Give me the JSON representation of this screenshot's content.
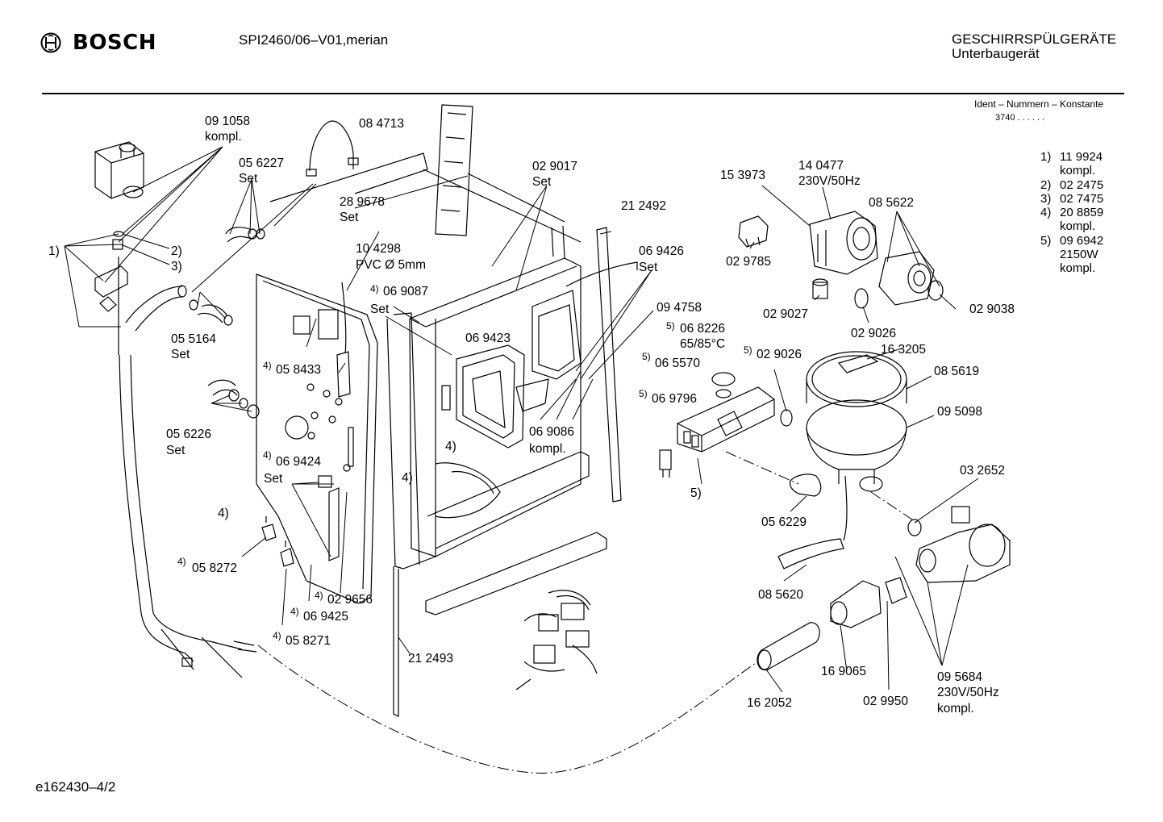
{
  "header": {
    "brand": "BOSCH",
    "model": "SPI2460/06–V01,merian",
    "category_line1": "GESCHIRRSPÜLGERÄTE",
    "category_line2": "Unterbaugerät"
  },
  "ident": {
    "title": "Ident – Nummern – Konstante",
    "value": "3740 . .   . . . ."
  },
  "footnotes": [
    {
      "key": "1)",
      "lines": [
        "11 9924",
        "kompl."
      ]
    },
    {
      "key": "2)",
      "lines": [
        "02 2475"
      ]
    },
    {
      "key": "3)",
      "lines": [
        "02 7475"
      ]
    },
    {
      "key": "4)",
      "lines": [
        "20 8859",
        "kompl."
      ]
    },
    {
      "key": "5)",
      "lines": [
        "09 6942",
        "2150W",
        "kompl."
      ]
    }
  ],
  "parts": {
    "p091058": "09 1058",
    "kompl_a": "kompl.",
    "p084713": "08 4713",
    "p056227": "05 6227",
    "set_a": "Set",
    "p289678": "28 9678",
    "set_b": "Set",
    "p104298": "10 4298",
    "pvc": "PVC Ø 5mm",
    "fn4_a": "4)",
    "p069087": "06 9087",
    "set_c": "Set",
    "p029017": "02 9017",
    "set_d": "Set",
    "p212492": "21 2492",
    "p069426": "06 9426",
    "set_e": "Set",
    "p153973": "15 3973",
    "p140477": "14 0477",
    "v230_a": "230V/50Hz",
    "p085622": "08 5622",
    "p029785": "02 9785",
    "p029027": "02 9027",
    "p029038": "02 9038",
    "p029026_a": "02 9026",
    "p094758": "09 4758",
    "fn5_a": "5)",
    "p068226": "06 8226",
    "temp": "65/85°C",
    "fn5_b": "5)",
    "p065570": "06 5570",
    "fn5_c": "5)",
    "p029026_b": "02 9026",
    "p163205": "16 3205",
    "p085619": "08 5619",
    "fn5_d": "5)",
    "p069796": "06 9796",
    "p095098": "09 5098",
    "p069423": "06 9423",
    "p069086": "06 9086",
    "kompl_b": "kompl.",
    "fn1": "1)",
    "fn2": "2)",
    "fn3": "3)",
    "p055164": "05 5164",
    "set_f": "Set",
    "fn4_b": "4)",
    "p058433": "05 8433",
    "p056226": "05 6226",
    "set_g": "Set",
    "fn4_c": "4)",
    "p069424": "06 9424",
    "set_h": "Set",
    "lbl4_a": "4)",
    "lbl4_b": "4)",
    "lbl4_c": "4)",
    "lbl5_a": "5)",
    "p032652": "03 2652",
    "p056229": "05 6229",
    "fn4_d": "4)",
    "p058272": "05 8272",
    "fn4_e": "4)",
    "p029656": "02 9656",
    "fn4_f": "4)",
    "p069425": "06 9425",
    "fn4_g": "4)",
    "p058271": "05 8271",
    "p085620": "08 5620",
    "p212493": "21 2493",
    "p169065": "16 9065",
    "p029950": "02 9950",
    "p095684": "09 5684",
    "v230_b": "230V/50Hz",
    "kompl_c": "kompl.",
    "p162052": "16 2052"
  },
  "footer": {
    "ref": "e162430–4/2"
  }
}
